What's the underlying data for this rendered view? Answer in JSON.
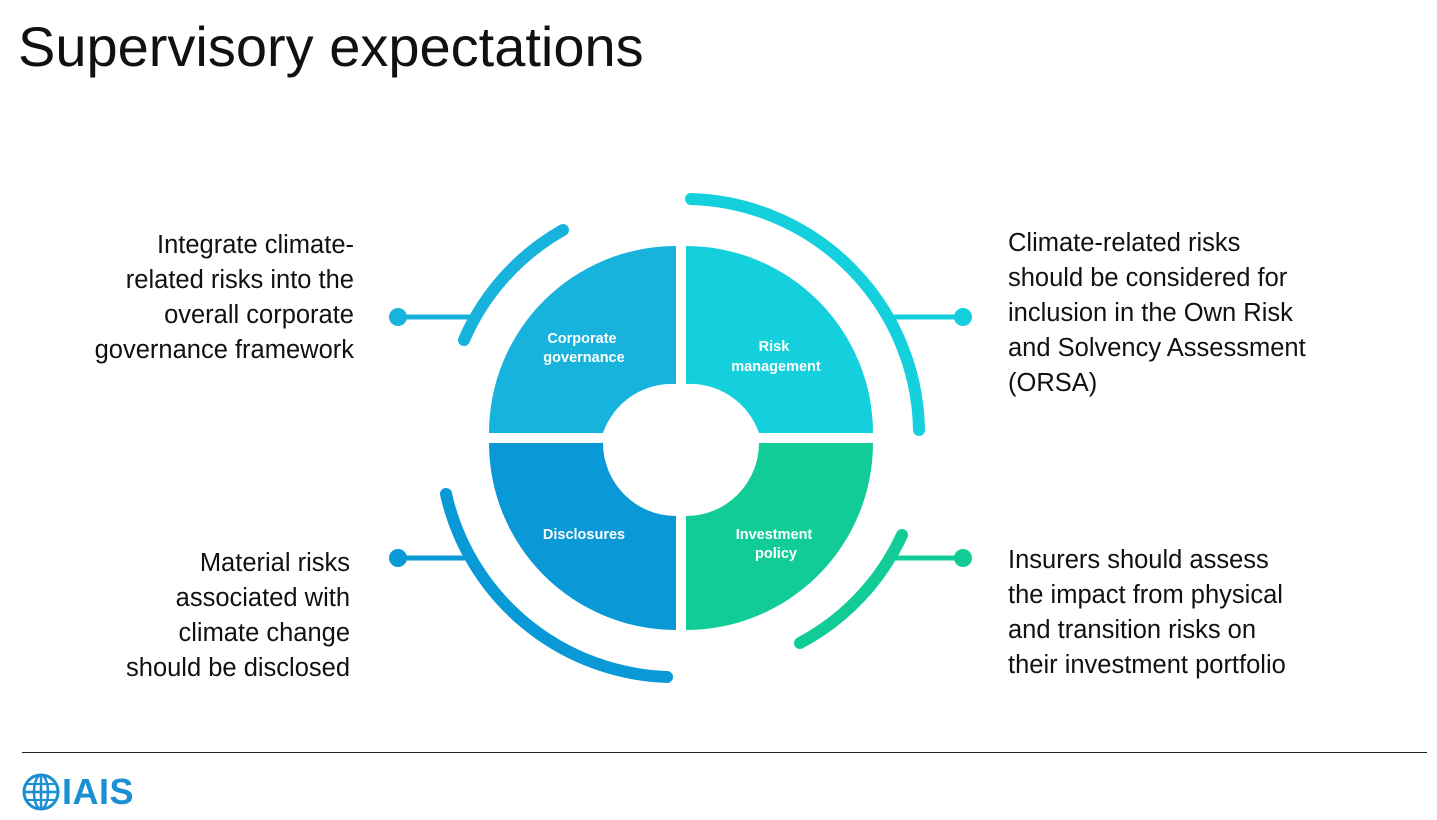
{
  "title": "Supervisory expectations",
  "quadrants": {
    "top_left": {
      "label_lines": [
        "Corporate",
        "governance"
      ],
      "color": "#18b3dc"
    },
    "top_right": {
      "label_lines": [
        "Risk",
        "management"
      ],
      "color": "#14d0dc"
    },
    "bottom_left": {
      "label_lines": [
        "Disclosures"
      ],
      "color": "#0899d6"
    },
    "bottom_right": {
      "label_lines": [
        "Investment",
        "policy"
      ],
      "color": "#12cc98"
    }
  },
  "callouts": {
    "top_left": "Integrate climate-\nrelated risks into the\noverall corporate\ngovernance framework",
    "top_right": "Climate-related risks\nshould be considered for\ninclusion in the Own Risk\nand Solvency Assessment\n(ORSA)",
    "bottom_left": "Material risks\nassociated with\nclimate change\nshould be disclosed",
    "bottom_right": "Insurers should assess\nthe impact from physical\nand transition risks on\ntheir investment portfolio"
  },
  "footer": {
    "logo_text": "IAIS",
    "logo_color": "#1a8fd1"
  }
}
